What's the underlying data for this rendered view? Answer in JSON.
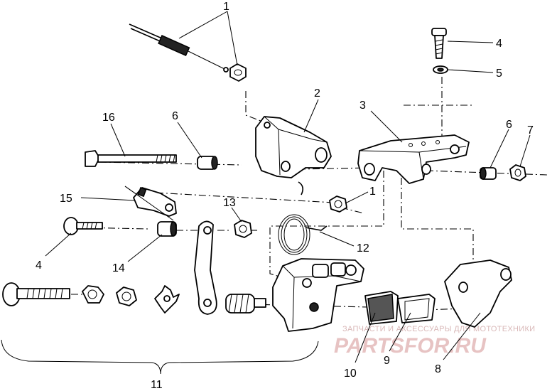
{
  "callouts": [
    {
      "id": "c1-top",
      "text": "1"
    },
    {
      "id": "c2",
      "text": "2"
    },
    {
      "id": "c3",
      "text": "3"
    },
    {
      "id": "c4-top",
      "text": "4"
    },
    {
      "id": "c5",
      "text": "5"
    },
    {
      "id": "c6-right",
      "text": "6"
    },
    {
      "id": "c7",
      "text": "7"
    },
    {
      "id": "c16",
      "text": "16"
    },
    {
      "id": "c6-left",
      "text": "6"
    },
    {
      "id": "c15",
      "text": "15"
    },
    {
      "id": "c1-mid",
      "text": "1"
    },
    {
      "id": "c13",
      "text": "13"
    },
    {
      "id": "c12",
      "text": "12"
    },
    {
      "id": "c4-left",
      "text": "4"
    },
    {
      "id": "c14",
      "text": "14"
    },
    {
      "id": "c10",
      "text": "10"
    },
    {
      "id": "c9",
      "text": "9"
    },
    {
      "id": "c8",
      "text": "8"
    },
    {
      "id": "c11",
      "text": "11"
    }
  ],
  "watermark": {
    "line1": "ЗАПЧАСТИ И АКСЕССУАРЫ ДЛЯ МОТОТЕХНИКИ",
    "line2": "PARTSFOR.RU"
  },
  "colors": {
    "ink": "#000000",
    "background": "#ffffff",
    "watermark": "#e3bcbc"
  }
}
